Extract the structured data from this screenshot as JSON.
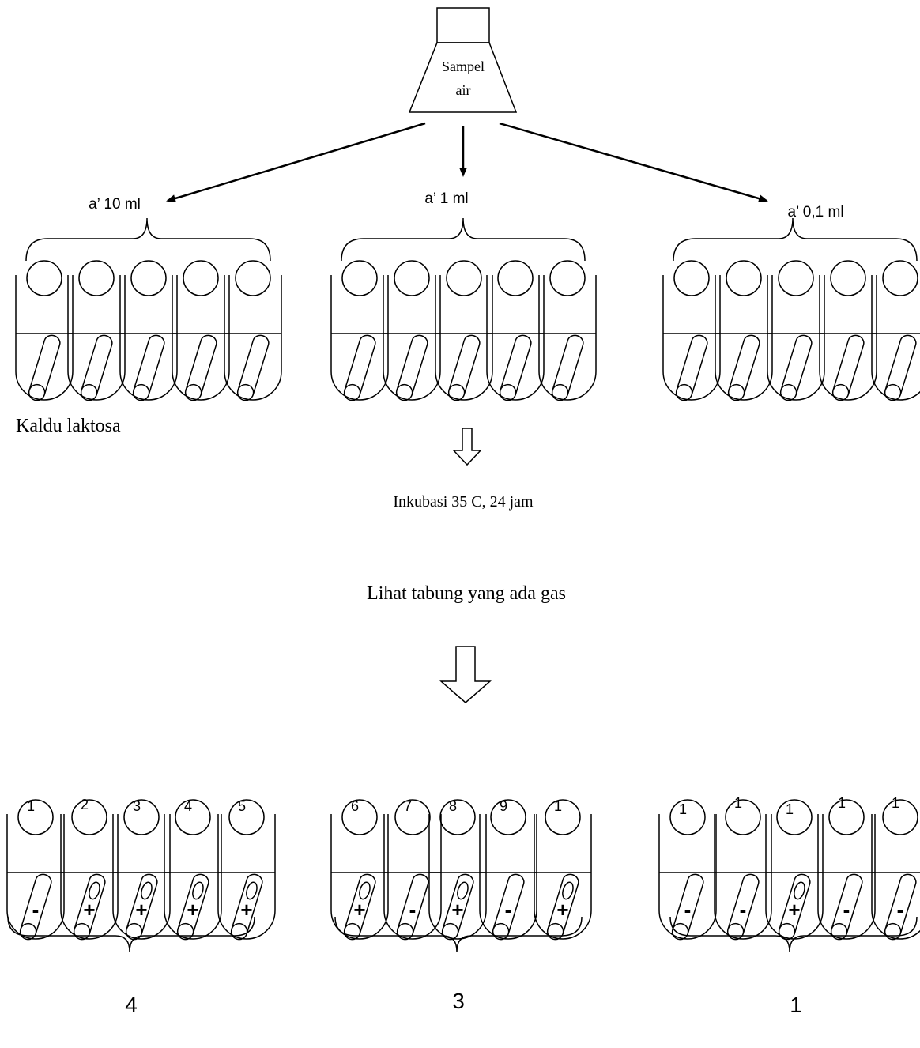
{
  "flask": {
    "label_line1": "Sampel",
    "label_line2": "air"
  },
  "volumes": [
    "a’ 10 ml",
    "a’ 1 ml",
    "a’ 0,1 ml"
  ],
  "medium_label": "Kaldu laktosa",
  "step1": "Inkubasi 35 C, 24 jam",
  "step2": "Lihat tabung yang ada gas",
  "result_groups": [
    {
      "tube_numbers": [
        "1",
        "2",
        "3",
        "4",
        "5"
      ],
      "signs": [
        "-",
        "+",
        "+",
        "+",
        "+"
      ],
      "total": "4"
    },
    {
      "tube_numbers": [
        "6",
        "7",
        "8",
        "9",
        "1"
      ],
      "signs": [
        "+",
        "-",
        "+",
        "-",
        "+"
      ],
      "total": "3"
    },
    {
      "tube_numbers": [
        "1",
        "1",
        "1",
        "1",
        "1"
      ],
      "signs": [
        "-",
        "-",
        "+",
        "-",
        "-"
      ],
      "total": "1"
    }
  ],
  "colors": {
    "line": "#000000",
    "background": "#ffffff"
  }
}
